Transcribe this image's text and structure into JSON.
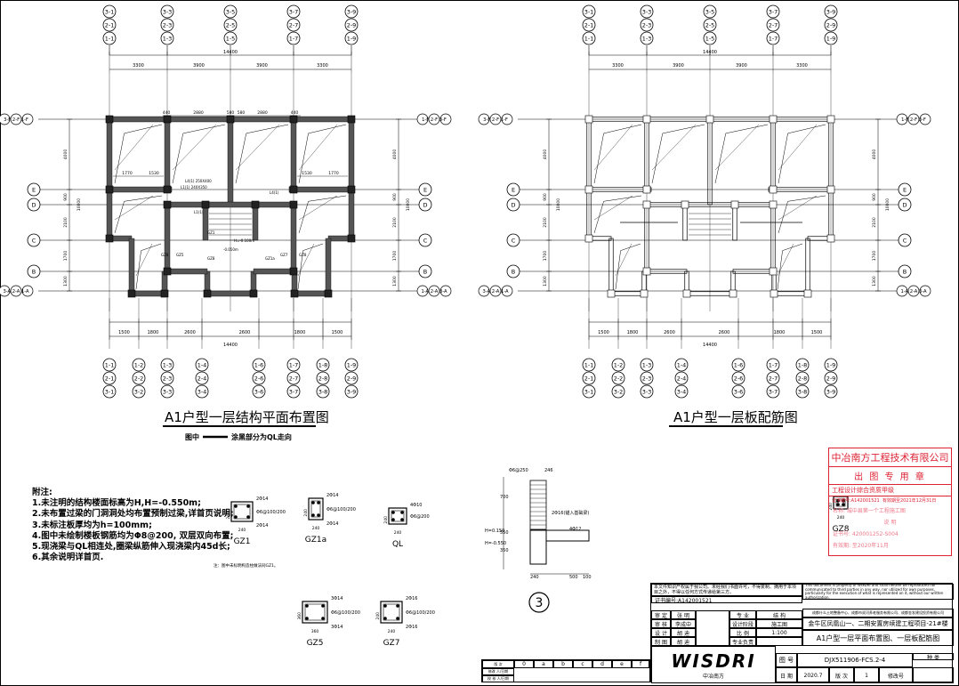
{
  "left_plan": {
    "title": "A1户型一层结构平面布置图",
    "legend_prefix": "图中",
    "legend_text": "涂黑部分为QL走向",
    "top_axis_labels": [
      [
        "3-1",
        "2-1",
        "1-1"
      ],
      [
        "3-3",
        "2-3",
        "1-3"
      ],
      [
        "3-5",
        "2-5",
        "1-5"
      ],
      [
        "3-7",
        "2-7",
        "1-7"
      ],
      [
        "3-9",
        "2-9",
        "1-9"
      ]
    ],
    "bottom_axis_labels": [
      [
        "1-1",
        "2-1",
        "3-1"
      ],
      [
        "1-2",
        "2-2",
        "3-2"
      ],
      [
        "1-3",
        "2-3",
        "3-3"
      ],
      [
        "1-4",
        "2-4",
        "3-4"
      ],
      [
        "1-6",
        "2-6",
        "3-6"
      ],
      [
        "1-7",
        "2-7",
        "3-7"
      ],
      [
        "1-8",
        "2-8",
        "3-8"
      ],
      [
        "1-9",
        "2-9",
        "3-9"
      ]
    ],
    "top_dims": [
      "3300",
      "3900",
      "3900",
      "3300"
    ],
    "top_total": "14400",
    "bottom_dims": [
      "1500",
      "1800",
      "2600",
      "2600",
      "1800",
      "1500"
    ],
    "bottom_total": "14400",
    "left_row_combo_top": "3-F 2-F 1-F",
    "left_row_combo_bottom": "3-A 2-A 1-A",
    "right_row_combo_top": "1-F 2-F 3-F",
    "right_row_combo_bottom": "1-A 2-A 3-A",
    "row_letters": [
      "E",
      "D",
      "C",
      "B"
    ],
    "side_dims": [
      "4000",
      "900",
      "2100",
      "1700",
      "1300"
    ],
    "side_total": "10000",
    "inner_dims_top": [
      "440",
      "2880",
      "580",
      "580",
      "2880",
      "440"
    ],
    "inner_dims_mid": [
      "1770",
      "1530",
      "1530",
      "1770"
    ],
    "beam_labels": [
      "L4(1) 250X400",
      "L1(1) 240X350",
      "L4(1)",
      "L1(1)",
      "GZ1",
      "GZ1a",
      "GZ8",
      "GZ5",
      "GZ7",
      "-0.050m",
      "H=-0.100m",
      "GZ8",
      "GZ8"
    ]
  },
  "right_plan": {
    "title": "A1户型一层板配筋图"
  },
  "notes": {
    "heading": "附注:",
    "items": [
      "1.未注明的结构楼面标高为H,H=-0.550m;",
      "2.未布置过梁的门洞洞处均布置预制过梁,详首页说明;",
      "3.未标注板厚均为h=100mm;",
      "4.图中未绘制楼板钢筋均为Φ8@200, 双层双向布置;",
      "5.现浇梁与QL相连处,圈梁纵筋伸入现浇梁内45d长;",
      "6.其余说明详首页."
    ]
  },
  "details": {
    "columns": [
      {
        "name": "GZ1",
        "top": "2Φ14",
        "side": "Φ6@100/200",
        "bottom": "2Φ14",
        "dim": "240"
      },
      {
        "name": "GZ1a",
        "top": "2Φ14",
        "side": "Φ6@100/200",
        "bottom": "2Φ14",
        "dim": "240"
      },
      {
        "name": "QL",
        "top": "4Φ10",
        "side": "Φ6@200",
        "bottom": "",
        "dim": "240"
      },
      {
        "name": "GZ5",
        "top": "3Φ14",
        "side": "Φ6@100/200",
        "bottom": "3Φ14",
        "dim": "360"
      },
      {
        "name": "GZ7",
        "top": "2Φ16",
        "side": "Φ6@100/200",
        "bottom": "2Φ16",
        "dim": "240"
      },
      {
        "name": "GZ8",
        "top": "",
        "side": "",
        "bottom": "",
        "dim": "240"
      }
    ],
    "gz1_note": "注：图中未标明构造柱做法同GZ1。",
    "section_no": "3",
    "section_labels": [
      "Φ6@250",
      "246",
      "2Φ16(锚入基础梁)",
      "4Φ12",
      "H=0.150",
      "H=-0.550",
      "240",
      "500",
      "100",
      "700",
      "550",
      "350"
    ]
  },
  "stamp": {
    "company": "中冶南方工程技术有限公司",
    "title": "出 图 专 用 章",
    "qualification": "工程设计综合资质甲级",
    "cert": "证书编号:A142001521",
    "valid": "有效期至2021年12月31日",
    "row1": "名称: 城中县第一个工程施工图",
    "row2": "说   明",
    "row3": "证书号: 420001252-S004",
    "row4": "有效期: 至2020年11月"
  },
  "title_block": {
    "copyright_cn": "本文件知识产权属于我公司。未经我们书面许可，不得复制、摘用于本项目之外，不得以任何方式传递给第三方。",
    "copyright_en": "This document is property of WISDRI and shall neither be reproduced nor communicated to third parties in any way, nor utilized for own purposes, particularly for the execution of what is represented on it, without our written authorization.",
    "cert_no": "证书编号:A142001521",
    "roles": [
      "审 定",
      "审 核",
      "设 计",
      "制 图"
    ],
    "people": [
      "张 明",
      "李成中",
      "胡 迪",
      "胡 迪"
    ],
    "fields": [
      "专 业",
      "设计阶段",
      "比 例",
      "专业负责"
    ],
    "values": [
      "结 构",
      "施工图",
      "1:100",
      ""
    ],
    "client": "成都什么土地整备中心、成都市双河养老服务有限公司、成都金发建设投资有限公司",
    "project": "金牛区凤凰山一、二期安置房续建工程项目-21#楼",
    "drawing_name": "A1户型一层平面布置图、一层板配筋图",
    "drawing_no_label": "图 号",
    "drawing_no": "DJX511906-FCS.2-4",
    "date_label": "日 期",
    "date": "2020.7",
    "sheet_label": "版 次",
    "sheet": "1",
    "rev_label": "修改号",
    "rev_value": "",
    "extra_label": "种 类",
    "logo_text": "WISDRI",
    "logo_sub": "中冶南方",
    "revision_letters": [
      "0",
      "a",
      "b",
      "c",
      "d",
      "e",
      "f"
    ],
    "left_small_rows": [
      "版 次",
      "修改 人/日期",
      "校 核 人/日期"
    ]
  }
}
